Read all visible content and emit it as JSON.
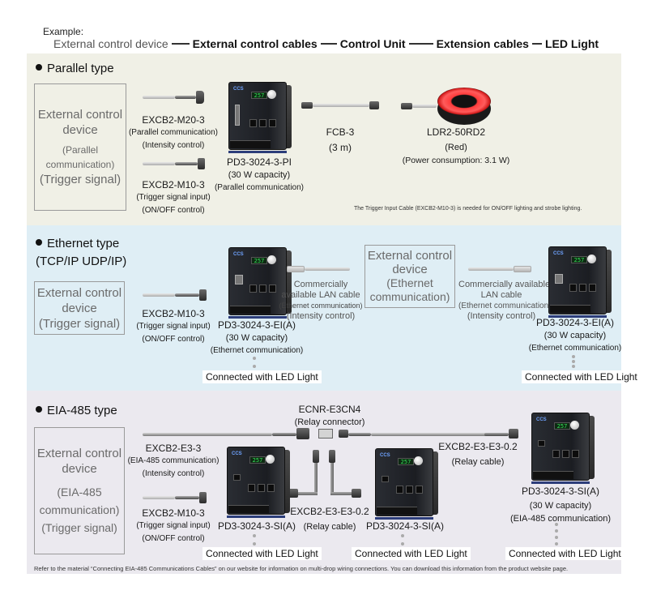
{
  "header": {
    "example_label": "Example:",
    "chain": [
      {
        "text": "External control device",
        "style": "light"
      },
      {
        "text": "External control cables",
        "style": "bold"
      },
      {
        "text": "Control Unit",
        "style": "bold"
      },
      {
        "text": "Extension cables",
        "style": "bold"
      },
      {
        "text": "LED Light",
        "style": "bold"
      }
    ]
  },
  "colors": {
    "parallel_bg": "#f0f0e6",
    "ethernet_bg": "#dfeef5",
    "eia485_bg": "#ebe9ef",
    "led_red": "#ff3b3b"
  },
  "parallel": {
    "title": "Parallel type",
    "device": {
      "line1": "External control",
      "line2": "device",
      "line3": "(Parallel communication)",
      "line4": "(Trigger signal)"
    },
    "cable1": {
      "name": "EXCB2-M20-3",
      "l1": "(Parallel communication)",
      "l2": "(Intensity control)"
    },
    "cable2": {
      "name": "EXCB2-M10-3",
      "l1": "(Trigger signal input)",
      "l2": "(ON/OFF control)"
    },
    "unit": {
      "name": "PD3-3024-3-PI",
      "l1": "(30 W capacity)",
      "l2": "(Parallel communication)",
      "display": "257"
    },
    "extension": {
      "name": "FCB-3",
      "l1": "(3 m)"
    },
    "light": {
      "name": "LDR2-50RD2",
      "l1": "(Red)",
      "l2": "(Power consumption: 3.1 W)"
    },
    "note": "The Trigger Input Cable (EXCB2-M10-3) is needed for ON/OFF lighting and strobe lighting."
  },
  "ethernet": {
    "title1": "Ethernet type",
    "title2": "(TCP/IP UDP/IP)",
    "device1": {
      "line1": "External control",
      "line2": "device",
      "line3": "(Trigger signal)"
    },
    "cable1": {
      "name": "EXCB2-M10-3",
      "l1": "(Trigger signal input)",
      "l2": "(ON/OFF control)"
    },
    "unit1": {
      "name": "PD3-3024-3-EI(A)",
      "l1": "(30 W capacity)",
      "l2": "(Ethernet communication)",
      "display": "257"
    },
    "lan1": {
      "l1": "Commercially",
      "l2": "available LAN cable",
      "l3": "(Ethernet communication)",
      "l4": "(Intensity control)"
    },
    "device2": {
      "line1": "External control",
      "line2": "device",
      "line3": "(Ethernet",
      "line4": "communication)"
    },
    "lan2": {
      "l1": "Commercially available",
      "l2": "LAN cable",
      "l3": "(Ethernet communication)",
      "l4": "(Intensity control)"
    },
    "unit2": {
      "name": "PD3-3024-3-EI(A)",
      "l1": "(30 W capacity)",
      "l2": "(Ethernet communication)",
      "display": "257"
    },
    "connected": "Connected with LED Light"
  },
  "eia485": {
    "title": "EIA-485 type",
    "device": {
      "line1": "External control",
      "line2": "device",
      "line3": "(EIA-485",
      "line4": "communication)",
      "line5": "(Trigger signal)"
    },
    "cable1": {
      "name": "EXCB2-E3-3",
      "l1": "(EIA-485 communication)",
      "l2": "(Intensity control)"
    },
    "cable2": {
      "name": "EXCB2-M10-3",
      "l1": "(Trigger signal input)",
      "l2": "(ON/OFF control)"
    },
    "relay_connector": {
      "name": "ECNR-E3CN4",
      "l1": "(Relay connector)"
    },
    "unit1": {
      "name": "PD3-3024-3-SI(A)",
      "display": "257"
    },
    "relay1": {
      "name": "EXCB2-E3-E3-0.2",
      "l1": "(Relay cable)"
    },
    "unit2": {
      "name": "PD3-3024-3-SI(A)",
      "display": "257"
    },
    "relay2": {
      "name": "EXCB2-E3-E3-0.2",
      "l1": "(Relay cable)"
    },
    "unit3": {
      "name": "PD3-3024-3-SI(A)",
      "l1": "(30 W capacity)",
      "l2": "(EIA-485 communication)",
      "display": "257"
    },
    "connected": "Connected with LED Light"
  },
  "footnote": "Refer to the material “Connecting EIA-485 Communications Cables” on our website for information on multi-drop wiring connections. You can download this information from the product website page."
}
